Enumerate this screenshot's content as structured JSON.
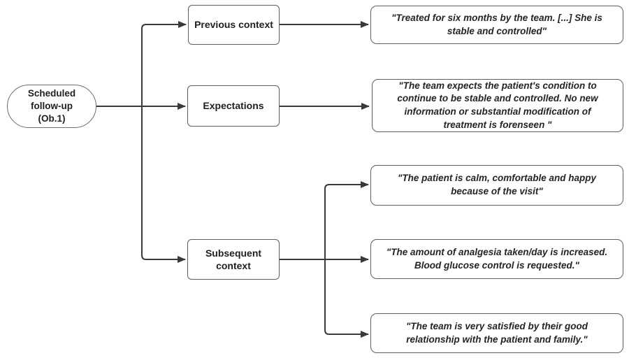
{
  "diagram": {
    "type": "flowchart",
    "root": {
      "id": "scheduled-follow-up",
      "label": "Scheduled\nfollow-up\n(Ob.1)",
      "shape": "stadium"
    },
    "categories": [
      {
        "id": "previous-context",
        "label": "Previous context"
      },
      {
        "id": "expectations",
        "label": "Expectations"
      },
      {
        "id": "subsequent-context",
        "label": "Subsequent\ncontext"
      }
    ],
    "quotes": [
      {
        "linked_to": "previous-context",
        "text": "\"Treated for six months by the team. [...] She is\nstable and controlled\""
      },
      {
        "linked_to": "expectations",
        "text": "\"The team expects the patient's condition to\ncontinue to be stable and controlled. No new\ninformation or substantial modification of\ntreatment is forenseen \""
      },
      {
        "linked_to": "subsequent-context",
        "text": "\"The patient is calm, comfortable and happy\nbecause of the visit\""
      },
      {
        "linked_to": "subsequent-context",
        "text": "\"The amount of analgesia taken/day is increased.\nBlood glucose control is requested.\""
      },
      {
        "linked_to": "subsequent-context",
        "text": "\"The team is very satisfied by their good\nrelationship with the patient and family.\""
      }
    ],
    "colors": {
      "line": "#3a3a3a",
      "border": "#5f5f5f",
      "text": "#1f1f1f",
      "node_fill": "#ffffff",
      "background": "#ffffff"
    }
  }
}
